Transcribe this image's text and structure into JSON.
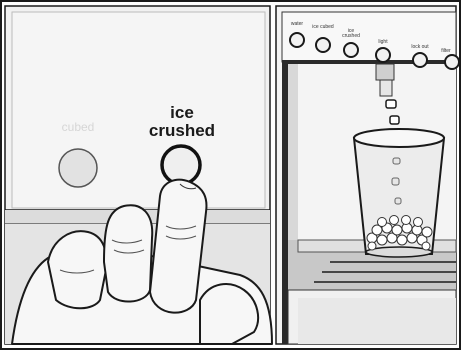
{
  "left_panel": {
    "dim_button_label_line1": "",
    "dim_button_label_line2": "cubed",
    "active_button_label_line1": "ice",
    "active_button_label_line2": "crushed"
  },
  "dispenser_panel": {
    "buttons": [
      "water",
      "ice cubed",
      "ice crushed",
      "light",
      "lock out",
      "filter"
    ]
  },
  "colors": {
    "panel": "#efefef",
    "outline": "#1a1a1a",
    "glass": "#e9e9e9"
  }
}
